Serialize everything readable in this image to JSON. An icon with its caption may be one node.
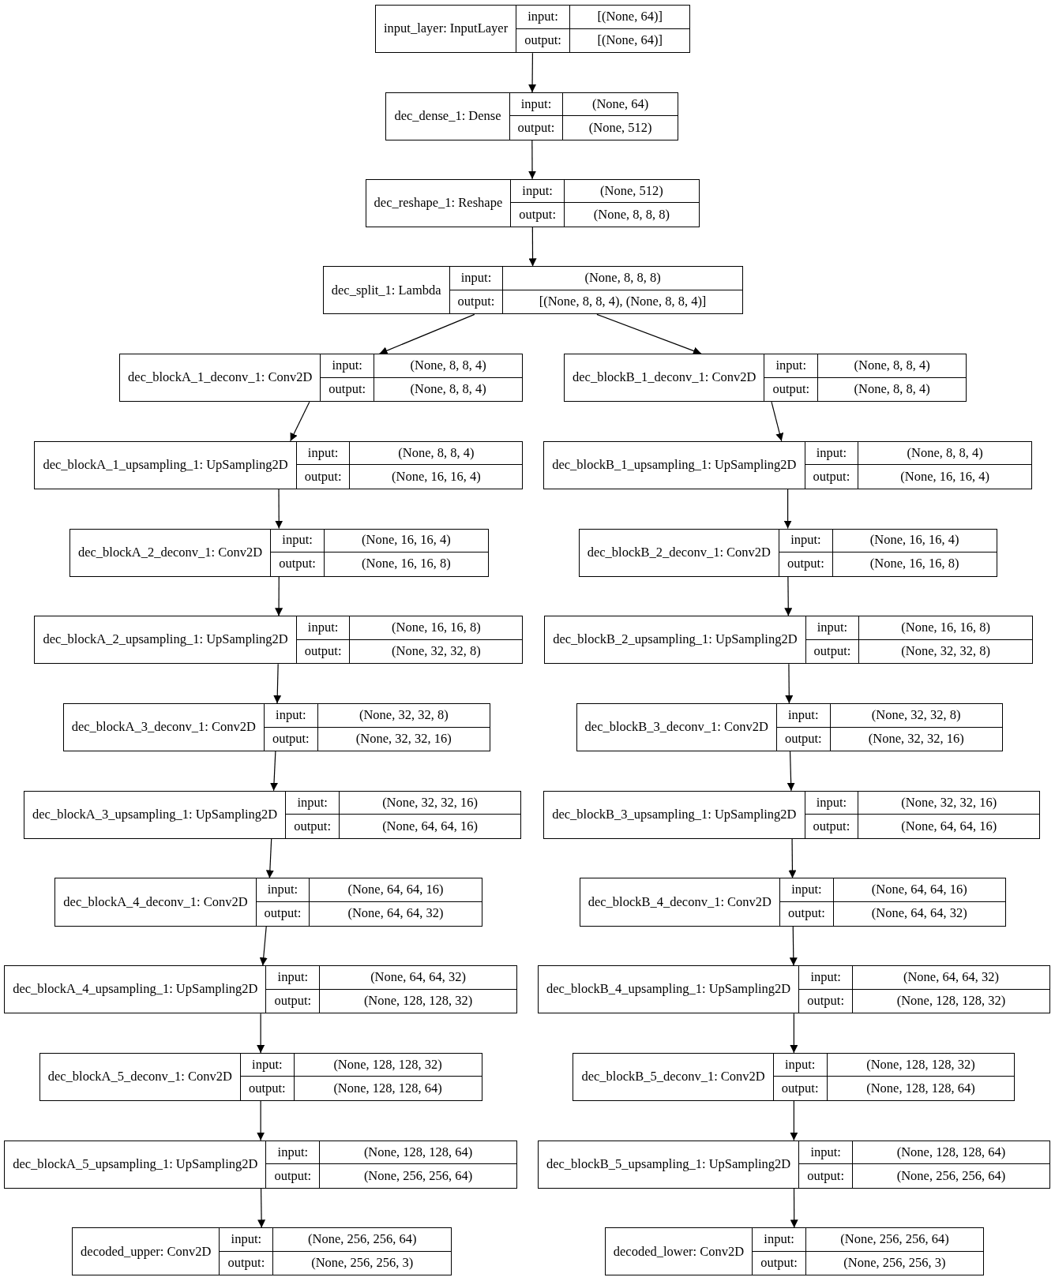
{
  "diagram": {
    "nodes": [
      {
        "text": [
          "input_layer: InputLayer",
          "input:",
          "[(None, 64)]",
          "output:",
          "[(None, 64)]"
        ]
      },
      {
        "text": [
          "dec_dense_1: Dense",
          "input:",
          "(None, 64)",
          "output:",
          "(None, 512)"
        ]
      },
      {
        "text": [
          "dec_reshape_1: Reshape",
          "input:",
          "(None, 512)",
          "output:",
          "(None, 8, 8, 8)"
        ]
      },
      {
        "text": [
          "dec_split_1: Lambda",
          "input:",
          "(None, 8, 8, 8)",
          "output:",
          "[(None, 8, 8, 4), (None, 8, 8, 4)]"
        ]
      },
      {
        "text": [
          "dec_blockA_1_deconv_1: Conv2D",
          "input:",
          "(None, 8, 8, 4)",
          "output:",
          "(None, 8, 8, 4)"
        ]
      },
      {
        "text": [
          "dec_blockB_1_deconv_1: Conv2D",
          "input:",
          "(None, 8, 8, 4)",
          "output:",
          "(None, 8, 8, 4)"
        ]
      },
      {
        "text": [
          "dec_blockA_1_upsampling_1: UpSampling2D",
          "input:",
          "(None, 8, 8, 4)",
          "output:",
          "(None, 16, 16, 4)"
        ]
      },
      {
        "text": [
          "dec_blockB_1_upsampling_1: UpSampling2D",
          "input:",
          "(None, 8, 8, 4)",
          "output:",
          "(None, 16, 16, 4)"
        ]
      },
      {
        "text": [
          "dec_blockA_2_deconv_1: Conv2D",
          "input:",
          "(None, 16, 16, 4)",
          "output:",
          "(None, 16, 16, 8)"
        ]
      },
      {
        "text": [
          "dec_blockB_2_deconv_1: Conv2D",
          "input:",
          "(None, 16, 16, 4)",
          "output:",
          "(None, 16, 16, 8)"
        ]
      },
      {
        "text": [
          "dec_blockA_2_upsampling_1: UpSampling2D",
          "input:",
          "(None, 16, 16, 8)",
          "output:",
          "(None, 32, 32, 8)"
        ]
      },
      {
        "text": [
          "dec_blockB_2_upsampling_1: UpSampling2D",
          "input:",
          "(None, 16, 16, 8)",
          "output:",
          "(None, 32, 32, 8)"
        ]
      },
      {
        "text": [
          "dec_blockA_3_deconv_1: Conv2D",
          "input:",
          "(None, 32, 32, 8)",
          "output:",
          "(None, 32, 32, 16)"
        ]
      },
      {
        "text": [
          "dec_blockB_3_deconv_1: Conv2D",
          "input:",
          "(None, 32, 32, 8)",
          "output:",
          "(None, 32, 32, 16)"
        ]
      },
      {
        "text": [
          "dec_blockA_3_upsampling_1: UpSampling2D",
          "input:",
          "(None, 32, 32, 16)",
          "output:",
          "(None, 64, 64, 16)"
        ]
      },
      {
        "text": [
          "dec_blockB_3_upsampling_1: UpSampling2D",
          "input:",
          "(None, 32, 32, 16)",
          "output:",
          "(None, 64, 64, 16)"
        ]
      },
      {
        "text": [
          "dec_blockA_4_deconv_1: Conv2D",
          "input:",
          "(None, 64, 64, 16)",
          "output:",
          "(None, 64, 64, 32)"
        ]
      },
      {
        "text": [
          "dec_blockB_4_deconv_1: Conv2D",
          "input:",
          "(None, 64, 64, 16)",
          "output:",
          "(None, 64, 64, 32)"
        ]
      },
      {
        "text": [
          "dec_blockA_4_upsampling_1: UpSampling2D",
          "input:",
          "(None, 64, 64, 32)",
          "output:",
          "(None, 128, 128, 32)"
        ]
      },
      {
        "text": [
          "dec_blockB_4_upsampling_1: UpSampling2D",
          "input:",
          "(None, 64, 64, 32)",
          "output:",
          "(None, 128, 128, 32)"
        ]
      },
      {
        "text": [
          "dec_blockA_5_deconv_1: Conv2D",
          "input:",
          "(None, 128, 128, 32)",
          "output:",
          "(None, 128, 128, 64)"
        ]
      },
      {
        "text": [
          "dec_blockB_5_deconv_1: Conv2D",
          "input:",
          "(None, 128, 128, 32)",
          "output:",
          "(None, 128, 128, 64)"
        ]
      },
      {
        "text": [
          "dec_blockA_5_upsampling_1: UpSampling2D",
          "input:",
          "(None, 128, 128, 64)",
          "output:",
          "(None, 256, 256, 64)"
        ]
      },
      {
        "text": [
          "dec_blockB_5_upsampling_1: UpSampling2D",
          "input:",
          "(None, 128, 128, 64)",
          "output:",
          "(None, 256, 256, 64)"
        ]
      },
      {
        "text": [
          "decoded_upper: Conv2D",
          "input:",
          "(None, 256, 256, 64)",
          "output:",
          "(None, 256, 256, 3)"
        ]
      },
      {
        "text": [
          "decoded_lower: Conv2D",
          "input:",
          "(None, 256, 256, 64)",
          "output:",
          "(None, 256, 256, 3)"
        ]
      }
    ],
    "edges": [
      {
        "from": 0,
        "to": 1,
        "arrow": "to"
      },
      {
        "from": 1,
        "to": 2,
        "arrow": "to"
      },
      {
        "from": 2,
        "to": 3,
        "arrow": "to"
      },
      {
        "from": 3,
        "to": 4,
        "arrow": "to"
      },
      {
        "from": 3,
        "to": 5,
        "arrow": "to"
      },
      {
        "from": 4,
        "to": 6,
        "arrow": "to"
      },
      {
        "from": 5,
        "to": 7,
        "arrow": "to"
      },
      {
        "from": 6,
        "to": 8,
        "arrow": "to"
      },
      {
        "from": 7,
        "to": 9,
        "arrow": "to"
      },
      {
        "from": 8,
        "to": 10,
        "arrow": "to"
      },
      {
        "from": 9,
        "to": 11,
        "arrow": "to"
      },
      {
        "from": 10,
        "to": 12,
        "arrow": "to"
      },
      {
        "from": 11,
        "to": 13,
        "arrow": "to"
      },
      {
        "from": 12,
        "to": 14,
        "arrow": "to"
      },
      {
        "from": 13,
        "to": 15,
        "arrow": "to"
      },
      {
        "from": 14,
        "to": 16,
        "arrow": "to"
      },
      {
        "from": 15,
        "to": 17,
        "arrow": "to"
      },
      {
        "from": 16,
        "to": 18,
        "arrow": "to"
      },
      {
        "from": 17,
        "to": 19,
        "arrow": "to"
      },
      {
        "from": 18,
        "to": 20,
        "arrow": "to"
      },
      {
        "from": 19,
        "to": 21,
        "arrow": "to"
      },
      {
        "from": 20,
        "to": 22,
        "arrow": "to"
      },
      {
        "from": 21,
        "to": 23,
        "arrow": "to"
      },
      {
        "from": 22,
        "to": 24,
        "arrow": "to"
      },
      {
        "from": 23,
        "to": 25,
        "arrow": "to"
      }
    ]
  }
}
